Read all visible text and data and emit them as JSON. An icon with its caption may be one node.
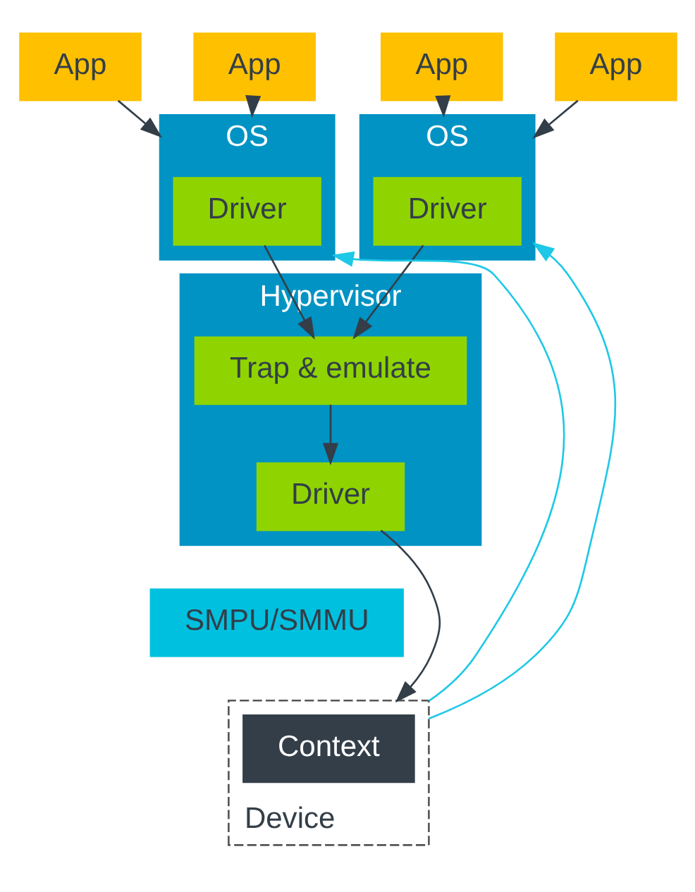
{
  "diagram": {
    "nodes": [
      {
        "text": [
          "App"
        ]
      },
      {
        "text": [
          "App"
        ]
      },
      {
        "text": [
          "App"
        ]
      },
      {
        "text": [
          "App"
        ]
      },
      {
        "text": [
          "OS"
        ]
      },
      {
        "text": [
          "Driver"
        ],
        "in": 4
      },
      {
        "text": [
          "OS"
        ]
      },
      {
        "text": [
          "Driver"
        ],
        "in": 6
      },
      {
        "text": [
          "Hypervisor"
        ]
      },
      {
        "text": [
          "Trap & emulate"
        ],
        "in": 8
      },
      {
        "text": [
          "Driver"
        ],
        "in": 8
      },
      {
        "text": [
          "SMPU/SMMU"
        ]
      },
      {
        "text": [
          "Device"
        ]
      },
      {
        "text": [
          "Context"
        ],
        "in": 12
      }
    ],
    "edges": [
      {
        "from": 0,
        "to": 4,
        "arrow": "to"
      },
      {
        "from": 1,
        "to": 4,
        "arrow": "to"
      },
      {
        "from": 2,
        "to": 6,
        "arrow": "to"
      },
      {
        "from": 3,
        "to": 6,
        "arrow": "to"
      },
      {
        "from": 5,
        "to": 9,
        "arrow": "to"
      },
      {
        "from": 7,
        "to": 9,
        "arrow": "to"
      },
      {
        "from": 12,
        "to": 4,
        "arrow": "to",
        "color": "#1ec8e6"
      },
      {
        "from": 12,
        "to": 6,
        "arrow": "to",
        "color": "#1ec8e6"
      },
      {
        "from": 9,
        "to": 10,
        "arrow": "to"
      },
      {
        "from": 10,
        "to": 12,
        "arrow": "to"
      }
    ]
  }
}
